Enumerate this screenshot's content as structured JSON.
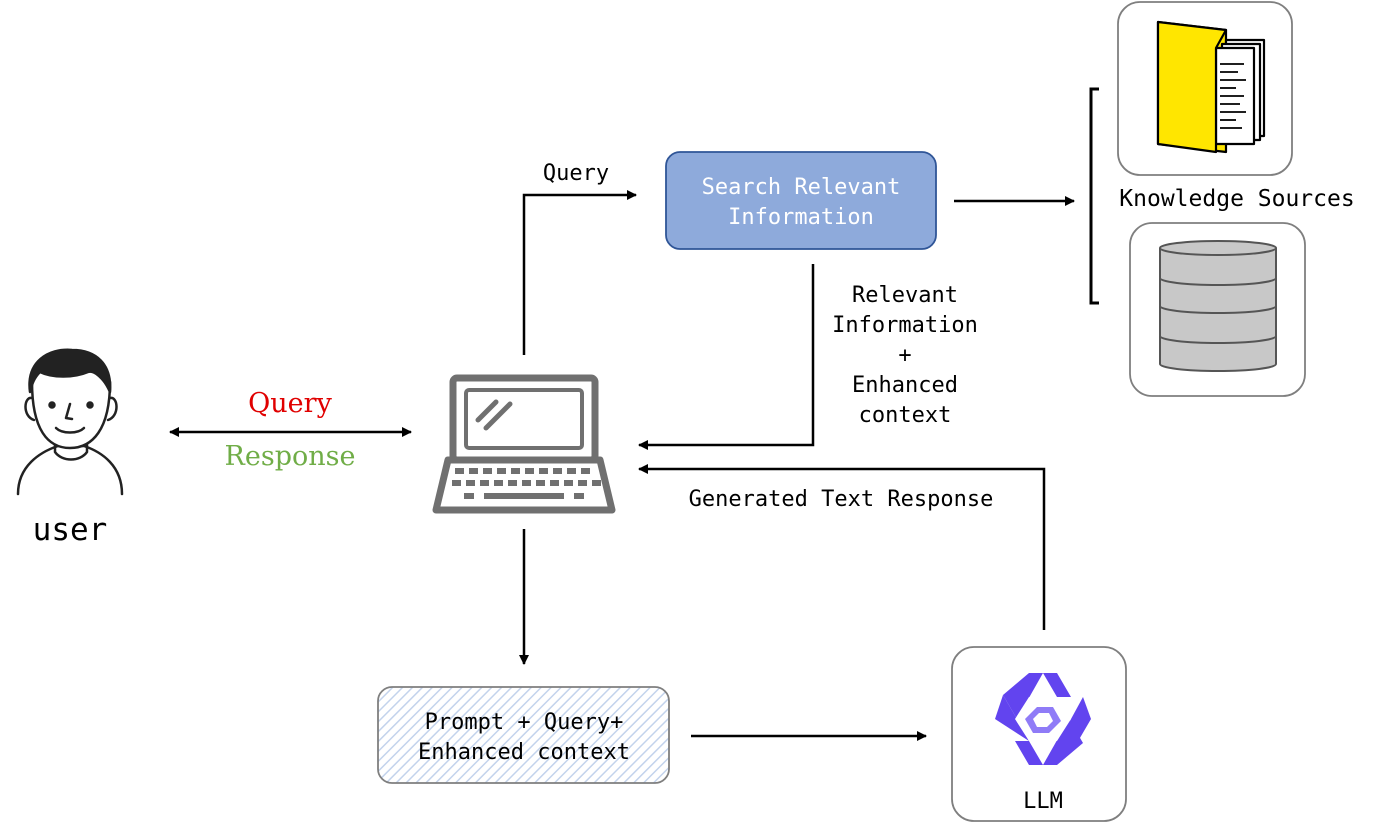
{
  "user": {
    "label": "user"
  },
  "user_link": {
    "query_label": "Query",
    "response_label": "Response"
  },
  "top_flow": {
    "query_label": "Query"
  },
  "search_box": {
    "line1": "Search Relevant",
    "line2": "Information"
  },
  "knowledge": {
    "label": "Knowledge Sources"
  },
  "relevant_info": {
    "line1": "Relevant",
    "line2": "Information",
    "line3": "+",
    "line4": "Enhanced",
    "line5": "context"
  },
  "generated": {
    "label": "Generated Text Response"
  },
  "prompt_box": {
    "line1": "Prompt + Query+",
    "line2": "Enhanced context"
  },
  "llm": {
    "label": "LLM"
  },
  "colors": {
    "query": "#e00000",
    "response": "#70ad47",
    "search_fill": "#8eaadb",
    "search_stroke": "#2f5597",
    "folder": "#ffe600",
    "db_fill": "#c8c8c8",
    "llm_logo": "#6244ef",
    "laptop": "#707070"
  }
}
